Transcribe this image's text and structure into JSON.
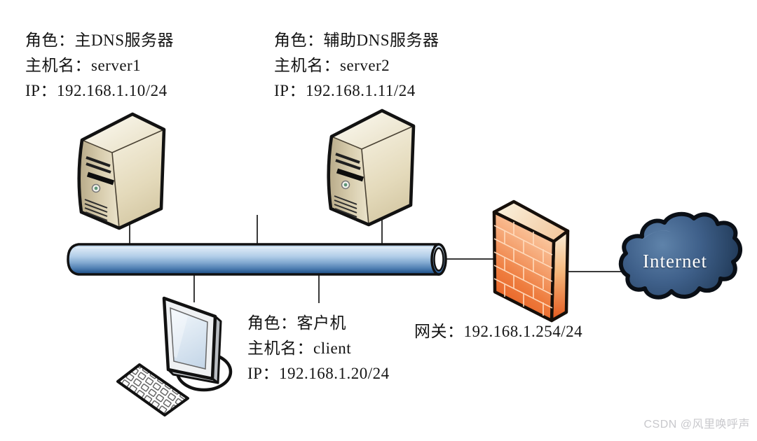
{
  "diagram": {
    "nodes": [
      {
        "id": "server1",
        "icon": "tower-server-icon",
        "role": "角色：主DNS服务器",
        "hostname": "主机名：server1",
        "ip": "IP：192.168.1.10/24"
      },
      {
        "id": "server2",
        "icon": "tower-server-icon",
        "role": "角色：辅助DNS服务器",
        "hostname": "主机名：server2",
        "ip": "IP：192.168.1.11/24"
      },
      {
        "id": "client",
        "icon": "desktop-computer-icon",
        "role": "角色：客户机",
        "hostname": "主机名：client",
        "ip": "IP：192.168.1.20/24"
      },
      {
        "id": "firewall-gateway",
        "icon": "firewall-brick-wall-icon",
        "label": "网关：192.168.1.254/24"
      },
      {
        "id": "internet",
        "icon": "internet-cloud-icon",
        "label": "Internet"
      },
      {
        "id": "lan-bus",
        "icon": "network-bus-pipe-icon",
        "label": ""
      }
    ],
    "connections": [
      {
        "from": "server1",
        "to": "lan-bus"
      },
      {
        "from": "server2",
        "to": "lan-bus"
      },
      {
        "from": "client",
        "to": "lan-bus"
      },
      {
        "from": "lan-bus",
        "to": "firewall-gateway"
      },
      {
        "from": "firewall-gateway",
        "to": "internet"
      }
    ]
  },
  "watermark": "CSDN @风里唤呼声",
  "colors": {
    "bus_pipe_blue": "#7fa7cf",
    "firewall_orange": "#ef7d3f",
    "internet_cloud_navy": "#2b4769",
    "server_case_beige": "#dcd2b4",
    "monitor_gray": "#eff1f3",
    "outline": "#111111",
    "label_text": "#141414",
    "watermark_gray": "#c8c8cc",
    "background": "#ffffff"
  }
}
